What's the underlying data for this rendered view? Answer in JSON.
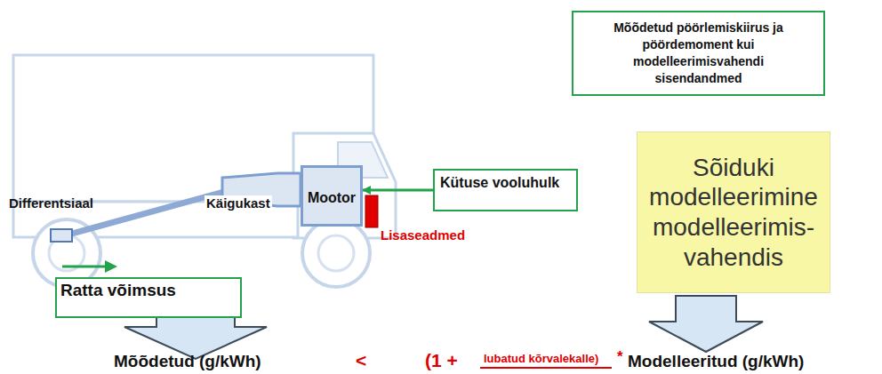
{
  "diagram": {
    "nodes": [
      {
        "text": [
          "Mõõdetud pöörlemiskiirus ja pöördemoment kui modelleerimisvahendi sisendandmed"
        ]
      },
      {
        "text": [
          "Sõiduki modelleerimine modelleerimis- vahendis"
        ]
      },
      {
        "text": [
          "Mootor"
        ]
      },
      {
        "text": [
          "Kütuse vooluhulk"
        ]
      },
      {
        "text": [
          "Ratta võimsus"
        ]
      }
    ],
    "edges": [
      {
        "from": 3,
        "to": 2,
        "arrow": "to"
      }
    ],
    "labels": [
      "Differentsiaal",
      "Käigukast",
      "Lisaseadmed",
      "Mõõdetud (g/kWh)",
      "<",
      "(1 +",
      "lubatud kõrvalekalle)",
      "*",
      "Modelleeritud (g/kWh)"
    ]
  }
}
